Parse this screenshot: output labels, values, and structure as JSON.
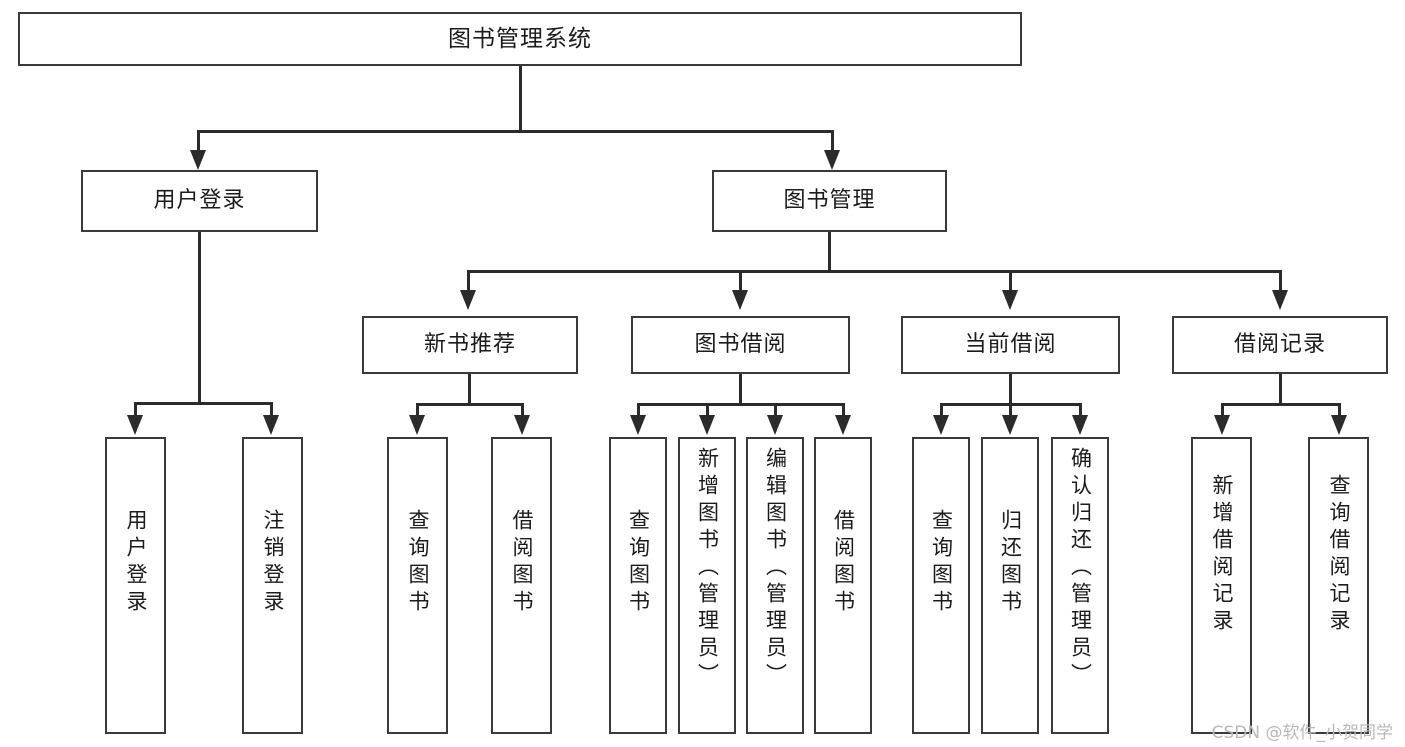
{
  "diagram": {
    "title": "图书管理系统",
    "type": "tree",
    "watermark": "CSDN @软件_小贺同学",
    "root": {
      "label": "图书管理系统"
    },
    "level2": [
      {
        "label": "用户登录"
      },
      {
        "label": "图书管理"
      }
    ],
    "level3": [
      {
        "label": "新书推荐"
      },
      {
        "label": "图书借阅"
      },
      {
        "label": "当前借阅"
      },
      {
        "label": "借阅记录"
      }
    ],
    "leaves": {
      "user_login": [
        {
          "label": "用户登录"
        },
        {
          "label": "注销登录"
        }
      ],
      "new_book_recommend": [
        {
          "label": "查询图书"
        },
        {
          "label": "借阅图书"
        }
      ],
      "book_borrow": [
        {
          "label": "查询图书"
        },
        {
          "label": "新增图书（管理员）"
        },
        {
          "label": "编辑图书（管理员）"
        },
        {
          "label": "借阅图书"
        }
      ],
      "current_borrow": [
        {
          "label": "查询图书"
        },
        {
          "label": "归还图书"
        },
        {
          "label": "确认归还（管理员）"
        }
      ],
      "borrow_record": [
        {
          "label": "新增借阅记录"
        },
        {
          "label": "查询借阅记录"
        }
      ]
    },
    "colors": {
      "box_border": "#3a3a3a",
      "connector": "#2b2b2b",
      "background": "#ffffff",
      "text": "#1b1b1b",
      "watermark": "#b9b9b9"
    }
  }
}
